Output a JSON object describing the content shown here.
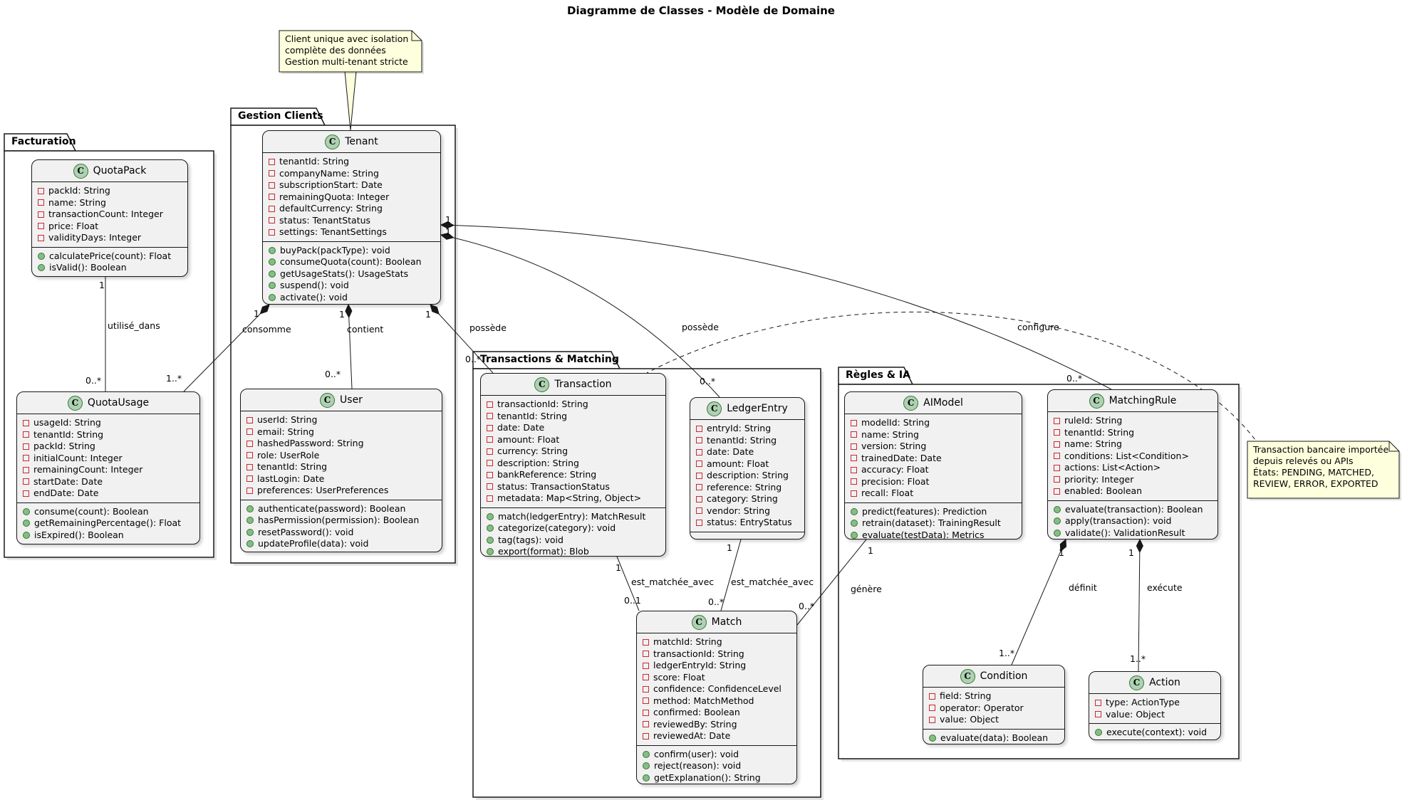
{
  "title": "Diagramme de Classes - Modèle de Domaine",
  "packages": [
    {
      "id": "facturation",
      "label": "Facturation"
    },
    {
      "id": "gestion_clients",
      "label": "Gestion Clients"
    },
    {
      "id": "transactions_matching",
      "label": "Transactions & Matching"
    },
    {
      "id": "regles_ia",
      "label": "Règles & IA"
    }
  ],
  "classes": [
    {
      "id": "quotapack",
      "icon": "C",
      "name": "QuotaPack",
      "attributes": [
        "packId: String",
        "name: String",
        "transactionCount: Integer",
        "price: Float",
        "validityDays: Integer"
      ],
      "methods": [
        "calculatePrice(count): Float",
        "isValid(): Boolean"
      ]
    },
    {
      "id": "quotausage",
      "icon": "C",
      "name": "QuotaUsage",
      "attributes": [
        "usageId: String",
        "tenantId: String",
        "packId: String",
        "initialCount: Integer",
        "remainingCount: Integer",
        "startDate: Date",
        "endDate: Date"
      ],
      "methods": [
        "consume(count): Boolean",
        "getRemainingPercentage(): Float",
        "isExpired(): Boolean"
      ]
    },
    {
      "id": "tenant",
      "icon": "C",
      "name": "Tenant",
      "attributes": [
        "tenantId: String",
        "companyName: String",
        "subscriptionStart: Date",
        "remainingQuota: Integer",
        "defaultCurrency: String",
        "status: TenantStatus",
        "settings: TenantSettings"
      ],
      "methods": [
        "buyPack(packType): void",
        "consumeQuota(count): Boolean",
        "getUsageStats(): UsageStats",
        "suspend(): void",
        "activate(): void"
      ]
    },
    {
      "id": "user",
      "icon": "C",
      "name": "User",
      "attributes": [
        "userId: String",
        "email: String",
        "hashedPassword: String",
        "role: UserRole",
        "tenantId: String",
        "lastLogin: Date",
        "preferences: UserPreferences"
      ],
      "methods": [
        "authenticate(password): Boolean",
        "hasPermission(permission): Boolean",
        "resetPassword(): void",
        "updateProfile(data): void"
      ]
    },
    {
      "id": "transaction",
      "icon": "C",
      "name": "Transaction",
      "attributes": [
        "transactionId: String",
        "tenantId: String",
        "date: Date",
        "amount: Float",
        "currency: String",
        "description: String",
        "bankReference: String",
        "status: TransactionStatus",
        "metadata: Map<String, Object>"
      ],
      "methods": [
        "match(ledgerEntry): MatchResult",
        "categorize(category): void",
        "tag(tags): void",
        "export(format): Blob"
      ]
    },
    {
      "id": "ledgerentry",
      "icon": "C",
      "name": "LedgerEntry",
      "attributes": [
        "entryId: String",
        "tenantId: String",
        "date: Date",
        "amount: Float",
        "description: String",
        "reference: String",
        "category: String",
        "vendor: String",
        "status: EntryStatus"
      ],
      "methods": []
    },
    {
      "id": "match",
      "icon": "C",
      "name": "Match",
      "attributes": [
        "matchId: String",
        "transactionId: String",
        "ledgerEntryId: String",
        "score: Float",
        "confidence: ConfidenceLevel",
        "method: MatchMethod",
        "confirmed: Boolean",
        "reviewedBy: String",
        "reviewedAt: Date"
      ],
      "methods": [
        "confirm(user): void",
        "reject(reason): void",
        "getExplanation(): String"
      ]
    },
    {
      "id": "aimodel",
      "icon": "C",
      "name": "AIModel",
      "attributes": [
        "modelId: String",
        "name: String",
        "version: String",
        "trainedDate: Date",
        "accuracy: Float",
        "precision: Float",
        "recall: Float"
      ],
      "methods": [
        "predict(features): Prediction",
        "retrain(dataset): TrainingResult",
        "evaluate(testData): Metrics"
      ]
    },
    {
      "id": "matchingrule",
      "icon": "C",
      "name": "MatchingRule",
      "attributes": [
        "ruleId: String",
        "tenantId: String",
        "name: String",
        "conditions: List<Condition>",
        "actions: List<Action>",
        "priority: Integer",
        "enabled: Boolean"
      ],
      "methods": [
        "evaluate(transaction): Boolean",
        "apply(transaction): void",
        "validate(): ValidationResult"
      ]
    },
    {
      "id": "condition",
      "icon": "C",
      "name": "Condition",
      "attributes": [
        "field: String",
        "operator: Operator",
        "value: Object"
      ],
      "methods": [
        "evaluate(data): Boolean"
      ]
    },
    {
      "id": "action",
      "icon": "C",
      "name": "Action",
      "attributes": [
        "type: ActionType",
        "value: Object"
      ],
      "methods": [
        "execute(context): void"
      ]
    }
  ],
  "notes": [
    {
      "id": "note_tenant",
      "attached_to": "tenant",
      "text": "Client unique avec isolation\ncomplète des données\nGestion multi-tenant stricte"
    },
    {
      "id": "note_transaction",
      "attached_to": "transaction",
      "text": "Transaction bancaire importée\ndepuis relevés ou APIs\nÉtats: PENDING, MATCHED,\nREVIEW, ERROR, EXPORTED"
    }
  ],
  "edges": [
    {
      "id": "utilise_dans",
      "from": "quotapack",
      "to": "quotausage",
      "label": "utilisé_dans",
      "source_mult": "1",
      "target_mult": "0..*"
    },
    {
      "id": "consomme",
      "from": "tenant",
      "to": "quotausage",
      "label": "consomme",
      "source_mult": "1",
      "target_mult": "1..*"
    },
    {
      "id": "contient",
      "from": "tenant",
      "to": "user",
      "label": "contient",
      "source_mult": "1",
      "target_mult": "0..*"
    },
    {
      "id": "possede_transaction",
      "from": "tenant",
      "to": "transaction",
      "label": "possède",
      "source_mult": "1",
      "target_mult": "0..*"
    },
    {
      "id": "possede_ledger",
      "from": "tenant",
      "to": "ledgerentry",
      "label": "possède",
      "source_mult": "1",
      "target_mult": "0..*"
    },
    {
      "id": "configure",
      "from": "tenant",
      "to": "matchingrule",
      "label": "configure",
      "source_mult": "1",
      "target_mult": "0..*"
    },
    {
      "id": "est_matchee_tx",
      "from": "transaction",
      "to": "match",
      "label": "est_matchée_avec",
      "source_mult": "1",
      "target_mult": "0..1"
    },
    {
      "id": "est_matchee_ledger",
      "from": "ledgerentry",
      "to": "match",
      "label": "est_matchée_avec",
      "source_mult": "1",
      "target_mult": "0..*"
    },
    {
      "id": "genere",
      "from": "aimodel",
      "to": "match",
      "label": "génère",
      "source_mult": "1",
      "target_mult": "0..*"
    },
    {
      "id": "definit",
      "from": "matchingrule",
      "to": "condition",
      "label": "définit",
      "source_mult": "1",
      "target_mult": "1..*"
    },
    {
      "id": "execute",
      "from": "matchingrule",
      "to": "action",
      "label": "exécute",
      "source_mult": "1",
      "target_mult": "1..*"
    }
  ]
}
